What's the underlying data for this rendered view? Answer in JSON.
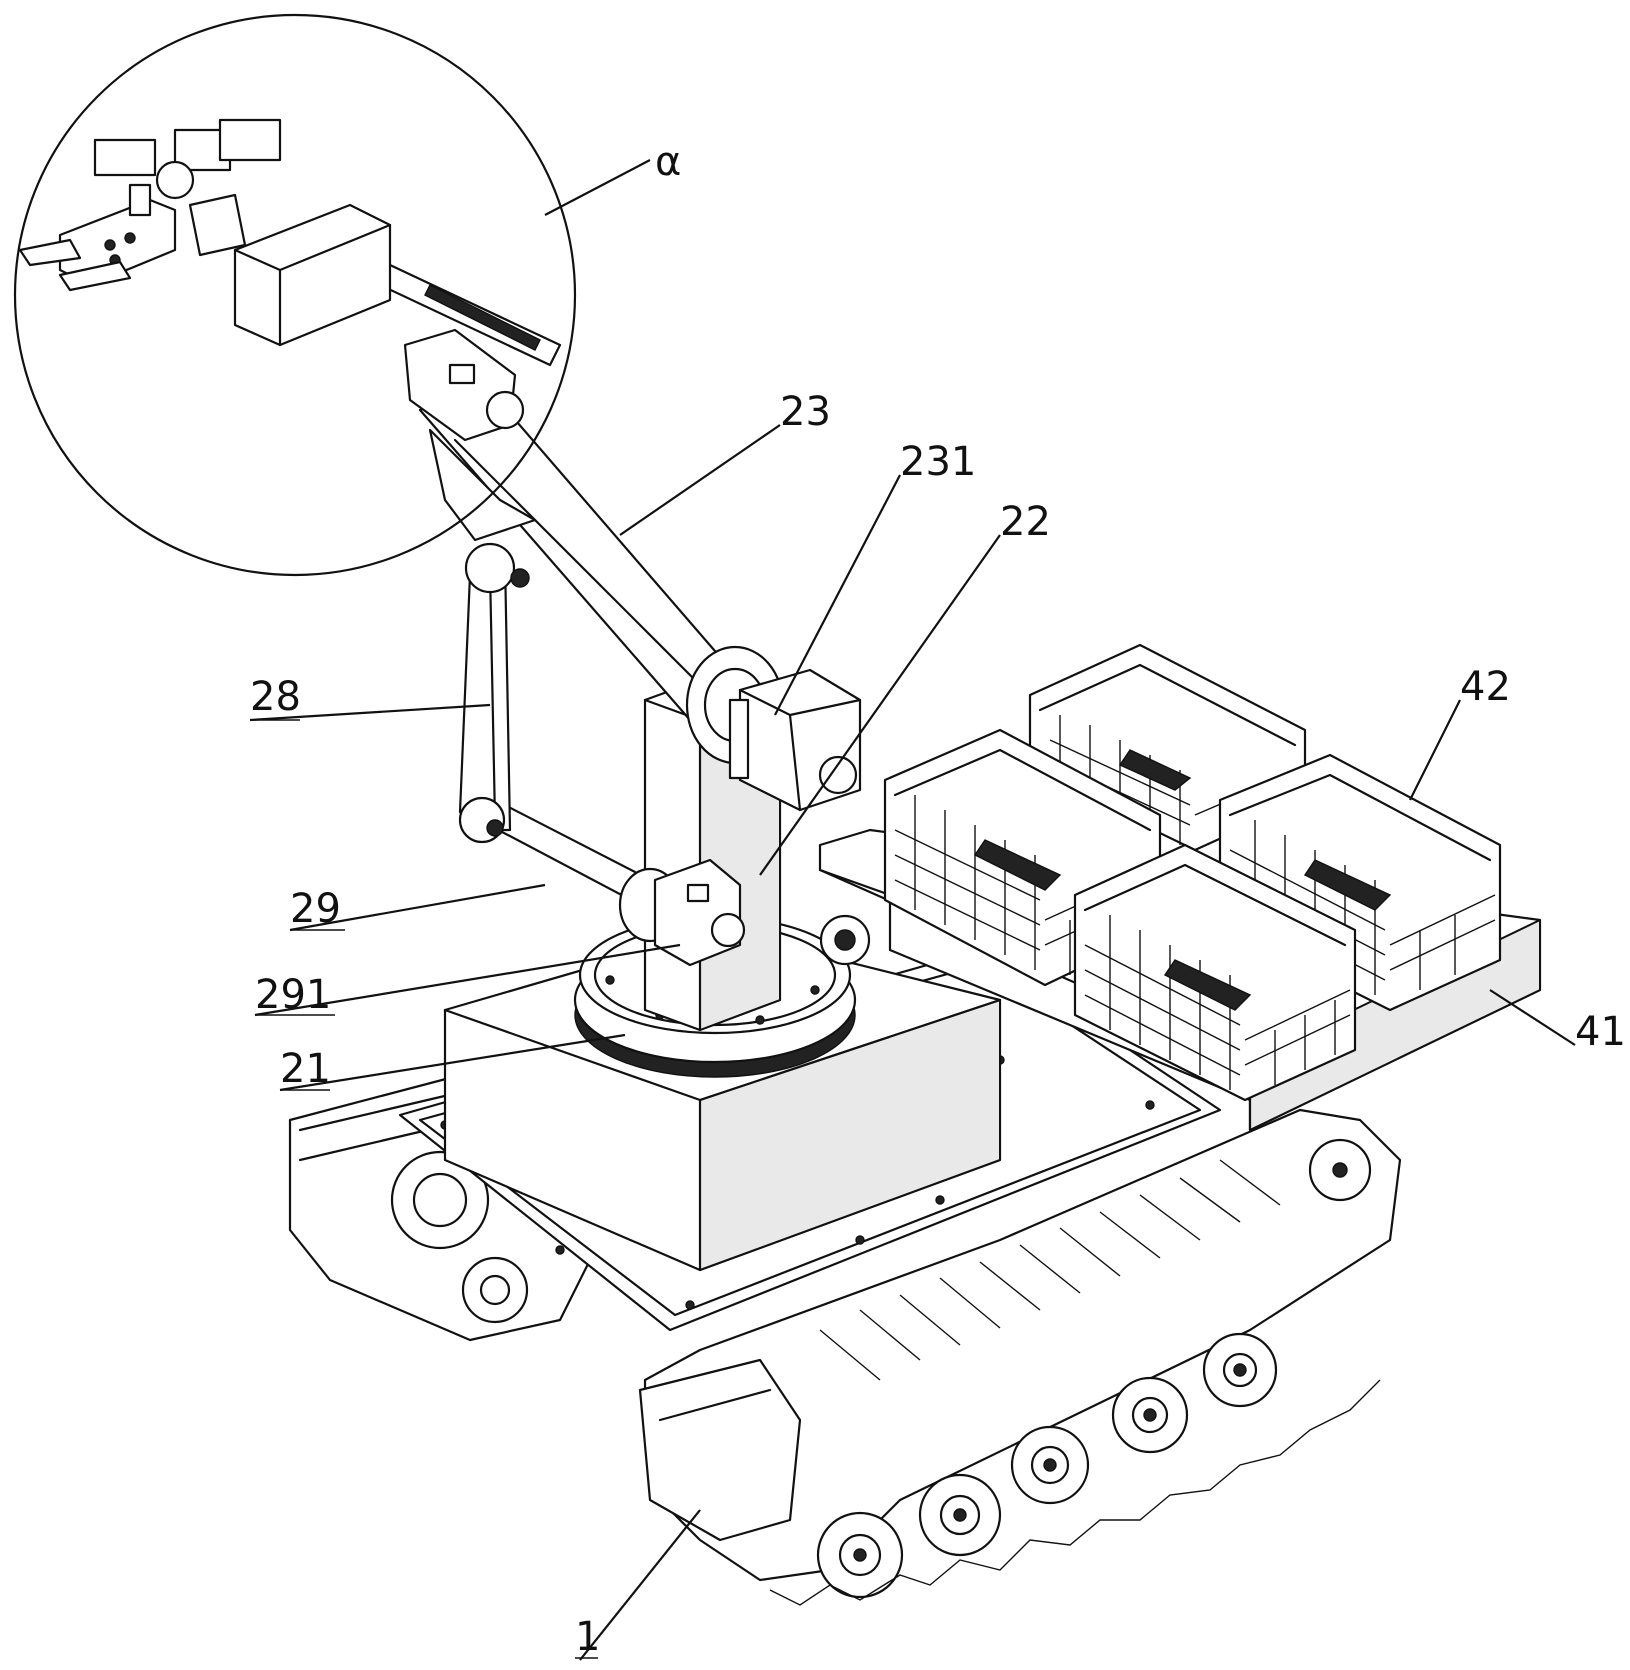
{
  "figure": {
    "labels": {
      "alpha": "α",
      "l23": "23",
      "l231": "231",
      "l22": "22",
      "l28": "28",
      "l42": "42",
      "l29": "29",
      "l291": "291",
      "l21": "21",
      "l41": "41",
      "l1": "1"
    },
    "components": [
      "crawler-chassis",
      "turntable-base",
      "column",
      "upper-arm",
      "servo-motor",
      "linkage-rod",
      "lower-link",
      "lower-servo",
      "gripper-end-effector",
      "basket-tray",
      "crate-baskets"
    ]
  }
}
